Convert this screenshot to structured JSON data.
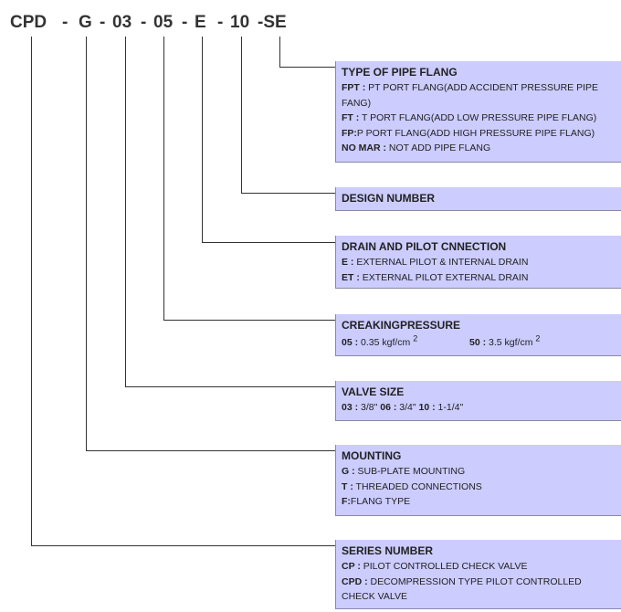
{
  "code": {
    "cpd": "CPD",
    "d1": "-",
    "g": "G",
    "d2": "-",
    "n03": "03",
    "d3": "-",
    "n05": "05",
    "d4": "-",
    "e": "E",
    "d5": "-",
    "n10": "10",
    "se": "-SE"
  },
  "boxes": {
    "pipe_flang": {
      "title": "TYPE OF PIPE FLANG",
      "items": [
        {
          "key": "FPT :",
          "text": " PT PORT FLANG(ADD ACCIDENT PRESSURE PIPE FANG)"
        },
        {
          "key": "FT :",
          "text": " T PORT FLANG(ADD LOW PRESSURE PIPE FLANG)"
        },
        {
          "key": "FP:",
          "text": "P PORT FLANG(ADD HIGH PRESSURE PIPE FLANG)"
        },
        {
          "key": "NO MAR :",
          "text": " NOT ADD PIPE FLANG"
        }
      ]
    },
    "design": {
      "title": "DESIGN NUMBER"
    },
    "drain": {
      "title": "DRAIN AND PILOT CNNECTION",
      "items": [
        {
          "key": "E :",
          "text": " EXTERNAL PILOT & INTERNAL DRAIN"
        },
        {
          "key": "ET :",
          "text": " EXTERNAL PILOT EXTERNAL DRAIN"
        }
      ]
    },
    "creaking": {
      "title": "CREAKINGPRESSURE",
      "a_key": "05 :",
      "a_text": " 0.35 kgf/cm",
      "a_sup": "2",
      "b_key": "50 :",
      "b_text": " 3.5 kgf/cm",
      "b_sup": "2"
    },
    "valve": {
      "title": "VALVE SIZE",
      "k1": "03 :",
      "t1": " 3/8\" ",
      "k2": "06 :",
      "t2": " 3/4\" ",
      "k3": "10 :",
      "t3": " 1-1/4\""
    },
    "mounting": {
      "title": "MOUNTING",
      "items": [
        {
          "key": "G :",
          "text": " SUB-PLATE MOUNTING"
        },
        {
          "key": "T :",
          "text": " THREADED CONNECTIONS"
        },
        {
          "key": "F:",
          "text": "FLANG TYPE"
        }
      ]
    },
    "series": {
      "title": "SERIES NUMBER",
      "items": [
        {
          "key": "CP :",
          "text": " PILOT CONTROLLED CHECK VALVE"
        },
        {
          "key": "CPD :",
          "text": " DECOMPRESSION TYPE PILOT CONTROLLED CHECK VALVE"
        }
      ]
    }
  }
}
